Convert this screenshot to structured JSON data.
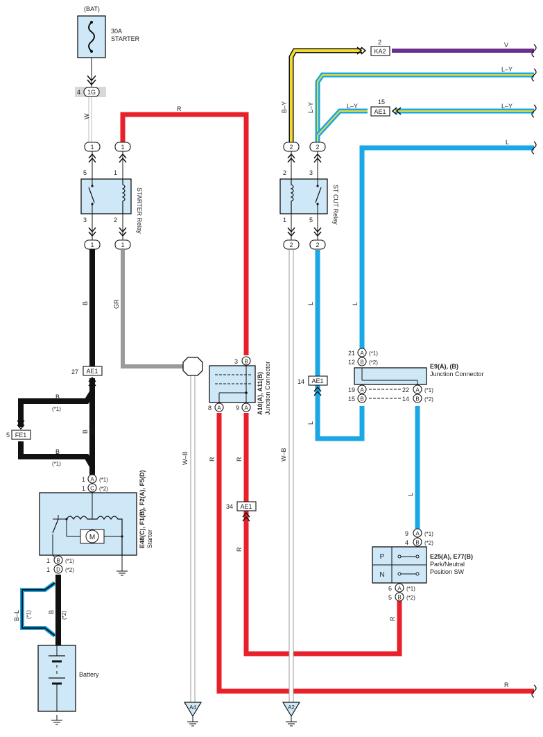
{
  "bat_label": "(BAT)",
  "fuse": {
    "rating": "30A",
    "name": "STARTER"
  },
  "conn_1g": {
    "pin": "4",
    "id": "1G"
  },
  "pins": {
    "one": "1",
    "two": "2",
    "three": "3",
    "five": "5",
    "four": "4",
    "six": "6",
    "eight": "8",
    "nine": "9",
    "twelve": "12",
    "fourteen": "14",
    "fifteen": "15",
    "nineteen": "19",
    "twentyone": "21",
    "twentytwo": "22",
    "twentyseven": "27",
    "thirtyfour": "34"
  },
  "letters": {
    "A": "A",
    "B": "B",
    "C": "C",
    "D": "D"
  },
  "notes": {
    "n1": "(*1)",
    "n2": "(*2)"
  },
  "wires": {
    "W": "W",
    "R": "R",
    "B": "B",
    "GR": "GR",
    "WB": "W–B",
    "BY": "B–Y",
    "LY": "L–Y",
    "L": "L",
    "V": "V",
    "BL": "B–L"
  },
  "starter_relay": "STARTER Relay",
  "st_cut_relay": "ST CUT Relay",
  "connectors": {
    "ae1": "AE1",
    "fe1": "FE1",
    "ka2": "KA2"
  },
  "junction_a10": {
    "name": "A10(A), A11(B)",
    "desc": "Junction Connector"
  },
  "junction_e9": {
    "name": "E9(A), (B)",
    "desc": "Junction Connector"
  },
  "starter": {
    "name": "E48(C), F1(B), F2(A), F5(D)",
    "desc": "Starter",
    "motor": "M"
  },
  "pn_switch": {
    "name": "E25(A), E77(B)",
    "desc1": "Park/Neutral",
    "desc2": "Position SW",
    "p": "P",
    "n": "N"
  },
  "battery_label": "Battery",
  "grounds": {
    "a4": "A4",
    "a2": "A2"
  },
  "colors": {
    "red": "#e8202a",
    "black": "#111111",
    "gray": "#9a9a9a",
    "blue": "#1aa7e6",
    "purple": "#6a2f8f",
    "yellow": "#f2dc2a",
    "box": "#cfe8f7"
  }
}
